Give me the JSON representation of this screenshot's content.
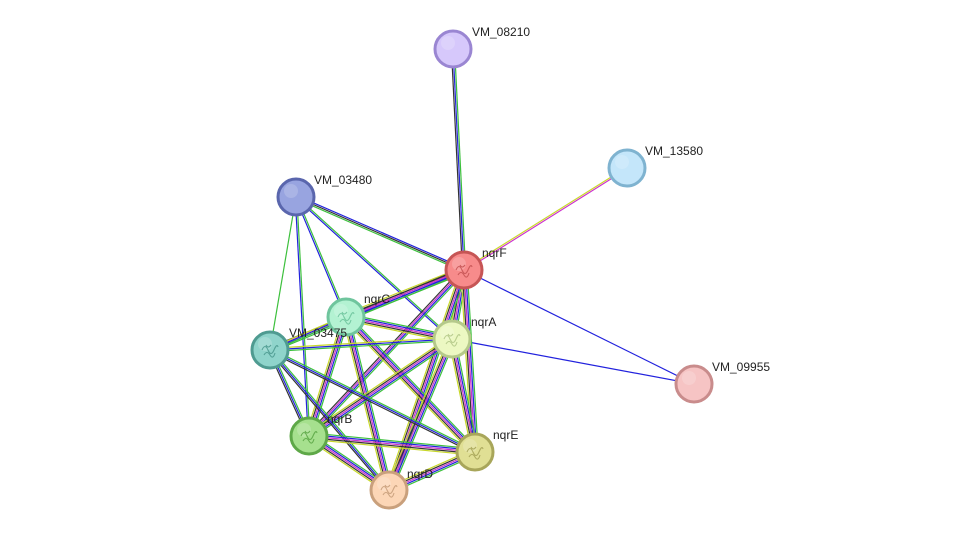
{
  "nodes": [
    {
      "id": "VM_08210",
      "label": "VM_08210",
      "fill": "#d6c8fb",
      "stroke": "#9a86d2",
      "icon": "none"
    },
    {
      "id": "VM_13580",
      "label": "VM_13580",
      "fill": "#c4e6fa",
      "stroke": "#7fb3d0",
      "icon": "none"
    },
    {
      "id": "VM_03480",
      "label": "VM_03480",
      "fill": "#98a4e0",
      "stroke": "#5a66ad",
      "icon": "none"
    },
    {
      "id": "nqrF",
      "label": "nqrF",
      "fill": "#f78b8b",
      "stroke": "#c65555",
      "icon": "protein-structure"
    },
    {
      "id": "nqrC",
      "label": "nqrC",
      "fill": "#b3f2d2",
      "stroke": "#6fc59d",
      "icon": "protein-structure"
    },
    {
      "id": "nqrA",
      "label": "nqrA",
      "fill": "#ecf8c2",
      "stroke": "#b5c98a",
      "icon": "protein-structure"
    },
    {
      "id": "VM_03475",
      "label": "VM_03475",
      "fill": "#8fd4cb",
      "stroke": "#4f9b91",
      "icon": "protein-structure"
    },
    {
      "id": "VM_09955",
      "label": "VM_09955",
      "fill": "#f6c4c4",
      "stroke": "#c98c8c",
      "icon": "none"
    },
    {
      "id": "nqrB",
      "label": "nqrB",
      "fill": "#a6e08e",
      "stroke": "#5ea848",
      "icon": "protein-structure"
    },
    {
      "id": "nqrE",
      "label": "nqrE",
      "fill": "#e0df94",
      "stroke": "#a8a65a",
      "icon": "protein-structure"
    },
    {
      "id": "nqrD",
      "label": "nqrD",
      "fill": "#fcd6b6",
      "stroke": "#c9a07c",
      "icon": "protein-structure"
    }
  ],
  "edges": [
    {
      "source": "VM_08210",
      "target": "nqrF",
      "colors": [
        "#3cc03c",
        "#2222dd",
        "#333333"
      ]
    },
    {
      "source": "VM_13580",
      "target": "nqrF",
      "colors": [
        "#cc33cc",
        "#c8d82a"
      ]
    },
    {
      "source": "VM_09955",
      "target": "nqrF",
      "colors": [
        "#2222dd"
      ]
    },
    {
      "source": "VM_09955",
      "target": "nqrA",
      "colors": [
        "#2222dd"
      ]
    },
    {
      "source": "VM_03480",
      "target": "nqrF",
      "colors": [
        "#2222dd",
        "#333333",
        "#3cc03c"
      ]
    },
    {
      "source": "VM_03480",
      "target": "nqrC",
      "colors": [
        "#3cc03c",
        "#2222dd"
      ]
    },
    {
      "source": "VM_03480",
      "target": "nqrA",
      "colors": [
        "#3cc03c",
        "#2222dd"
      ]
    },
    {
      "source": "VM_03480",
      "target": "VM_03475",
      "colors": [
        "#3cc03c"
      ]
    },
    {
      "source": "VM_03480",
      "target": "nqrB",
      "colors": [
        "#3cc03c",
        "#2222dd"
      ]
    },
    {
      "source": "nqrF",
      "target": "nqrC",
      "colors": [
        "#3cc03c",
        "#2222dd",
        "#cc33cc",
        "#333333",
        "#c8d82a"
      ]
    },
    {
      "source": "nqrF",
      "target": "nqrA",
      "colors": [
        "#3cc03c",
        "#2222dd",
        "#cc33cc",
        "#333333",
        "#c8d82a"
      ]
    },
    {
      "source": "nqrF",
      "target": "VM_03475",
      "colors": [
        "#3cc03c",
        "#2222dd",
        "#cc33cc",
        "#333333"
      ]
    },
    {
      "source": "nqrF",
      "target": "nqrB",
      "colors": [
        "#3cc03c",
        "#2222dd",
        "#cc33cc",
        "#333333"
      ]
    },
    {
      "source": "nqrF",
      "target": "nqrE",
      "colors": [
        "#3cc03c",
        "#2222dd",
        "#cc33cc",
        "#333333",
        "#c8d82a"
      ]
    },
    {
      "source": "nqrF",
      "target": "nqrD",
      "colors": [
        "#3cc03c",
        "#2222dd",
        "#cc33cc",
        "#333333",
        "#c8d82a"
      ]
    },
    {
      "source": "nqrC",
      "target": "nqrA",
      "colors": [
        "#3cc03c",
        "#2222dd",
        "#cc33cc",
        "#333333",
        "#c8d82a"
      ]
    },
    {
      "source": "nqrC",
      "target": "VM_03475",
      "colors": [
        "#3cc03c",
        "#2222dd",
        "#c8d82a"
      ]
    },
    {
      "source": "nqrC",
      "target": "nqrB",
      "colors": [
        "#3cc03c",
        "#2222dd",
        "#cc33cc",
        "#333333",
        "#c8d82a"
      ]
    },
    {
      "source": "nqrC",
      "target": "nqrE",
      "colors": [
        "#3cc03c",
        "#2222dd",
        "#cc33cc",
        "#333333",
        "#c8d82a"
      ]
    },
    {
      "source": "nqrC",
      "target": "nqrD",
      "colors": [
        "#3cc03c",
        "#2222dd",
        "#cc33cc",
        "#333333",
        "#c8d82a"
      ]
    },
    {
      "source": "nqrA",
      "target": "VM_03475",
      "colors": [
        "#3cc03c",
        "#2222dd",
        "#c8d82a"
      ]
    },
    {
      "source": "nqrA",
      "target": "nqrB",
      "colors": [
        "#3cc03c",
        "#2222dd",
        "#cc33cc",
        "#333333",
        "#c8d82a"
      ]
    },
    {
      "source": "nqrA",
      "target": "nqrE",
      "colors": [
        "#3cc03c",
        "#2222dd",
        "#cc33cc",
        "#333333",
        "#c8d82a"
      ]
    },
    {
      "source": "nqrA",
      "target": "nqrD",
      "colors": [
        "#3cc03c",
        "#2222dd",
        "#cc33cc",
        "#333333",
        "#c8d82a"
      ]
    },
    {
      "source": "VM_03475",
      "target": "nqrB",
      "colors": [
        "#3cc03c",
        "#2222dd",
        "#333333"
      ]
    },
    {
      "source": "VM_03475",
      "target": "nqrE",
      "colors": [
        "#3cc03c",
        "#2222dd",
        "#333333"
      ]
    },
    {
      "source": "VM_03475",
      "target": "nqrD",
      "colors": [
        "#3cc03c",
        "#2222dd",
        "#333333"
      ]
    },
    {
      "source": "nqrB",
      "target": "nqrE",
      "colors": [
        "#3cc03c",
        "#2222dd",
        "#cc33cc",
        "#333333",
        "#c8d82a"
      ]
    },
    {
      "source": "nqrB",
      "target": "nqrD",
      "colors": [
        "#3cc03c",
        "#2222dd",
        "#cc33cc",
        "#333333",
        "#c8d82a"
      ]
    },
    {
      "source": "nqrE",
      "target": "nqrD",
      "colors": [
        "#3cc03c",
        "#2222dd",
        "#cc33cc",
        "#333333",
        "#c8d82a"
      ]
    }
  ]
}
